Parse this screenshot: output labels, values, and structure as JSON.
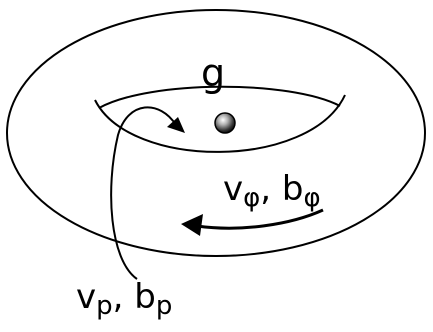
{
  "labels": {
    "center": "g",
    "toroidal": {
      "base": "v",
      "sub1": "φ",
      "sep": ", ",
      "base2": "b",
      "sub2": "φ"
    },
    "poloidal": {
      "base": "v",
      "sub1": "p",
      "sep": ", ",
      "base2": "b",
      "sub2": "p"
    }
  },
  "colors": {
    "stroke": "#000000",
    "background": "#ffffff"
  },
  "icons": [
    "torus-outline",
    "central-mass-sphere",
    "toroidal-flow-arrow",
    "poloidal-flow-arrow"
  ]
}
